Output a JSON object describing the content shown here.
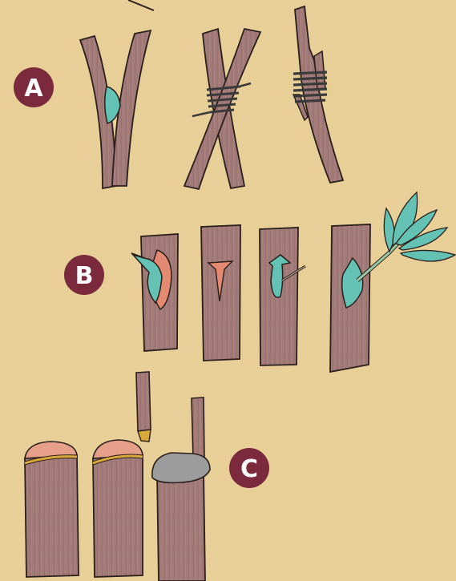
{
  "colors": {
    "background": "#e7cf97",
    "bark": "#a07a78",
    "bark_dark": "#7e5a59",
    "outline": "#2a1f1c",
    "badge": "#7a2a3c",
    "scion_green": "#63c2b3",
    "cambium_pink": "#e58a72",
    "tie_gray": "#3a3a3a",
    "wax_gray": "#9c9c9c",
    "raffia_yellow": "#d9a93a",
    "cut_face": "#e6a08a"
  },
  "steps": [
    {
      "label": "A",
      "technique_icons": [
        "approach-graft-open",
        "approach-graft-tied",
        "approach-graft-joined"
      ]
    },
    {
      "label": "B",
      "technique_icons": [
        "bud-shield",
        "t-cut",
        "bud-inserted",
        "bud-sprouted"
      ]
    },
    {
      "label": "C",
      "technique_icons": [
        "cleft-stock",
        "cleft-stock-scion",
        "waxed-stock"
      ]
    }
  ]
}
